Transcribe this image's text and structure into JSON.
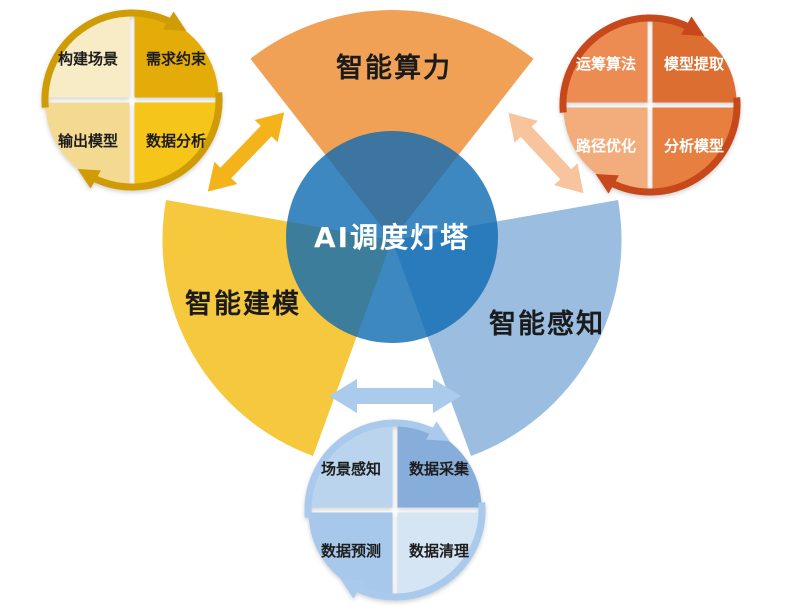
{
  "center": {
    "label": "AI调度灯塔",
    "color": "#0E6AB3"
  },
  "sectors": {
    "computing": {
      "label": "智能算力",
      "color": "#F0A156"
    },
    "modeling": {
      "label": "智能建模",
      "color": "#F6C83E"
    },
    "perception": {
      "label": "智能感知",
      "color": "#9ABDE0"
    }
  },
  "connectors": {
    "modeling_computing": {
      "color": "#F5B31B"
    },
    "computing_perception": {
      "color": "#F7C49E"
    },
    "modeling_perception": {
      "color": "#ABCBED"
    }
  },
  "satellites": {
    "modeling": {
      "arrow_color": "#D09C06",
      "quadrants": [
        {
          "label": "构建场景",
          "color": "#F8ECC6"
        },
        {
          "label": "需求约束",
          "color": "#E3AC08"
        },
        {
          "label": "输出模型",
          "color": "#F3DA90"
        },
        {
          "label": "数据分析",
          "color": "#F5C51A"
        }
      ]
    },
    "computing": {
      "arrow_color": "#C7481A",
      "quadrants": [
        {
          "label": "运筹算法",
          "color": "#EC8C52"
        },
        {
          "label": "模型提取",
          "color": "#DD6E31"
        },
        {
          "label": "路径优化",
          "color": "#F3AC7C"
        },
        {
          "label": "分析模型",
          "color": "#E67F40"
        }
      ]
    },
    "perception": {
      "arrow_color": "#A9CAEC",
      "quadrants": [
        {
          "label": "场景感知",
          "color": "#B9D4EC"
        },
        {
          "label": "数据采集",
          "color": "#87AEDA"
        },
        {
          "label": "数据预测",
          "color": "#A7C8EA"
        },
        {
          "label": "数据清理",
          "color": "#D6E5F4"
        }
      ]
    }
  }
}
